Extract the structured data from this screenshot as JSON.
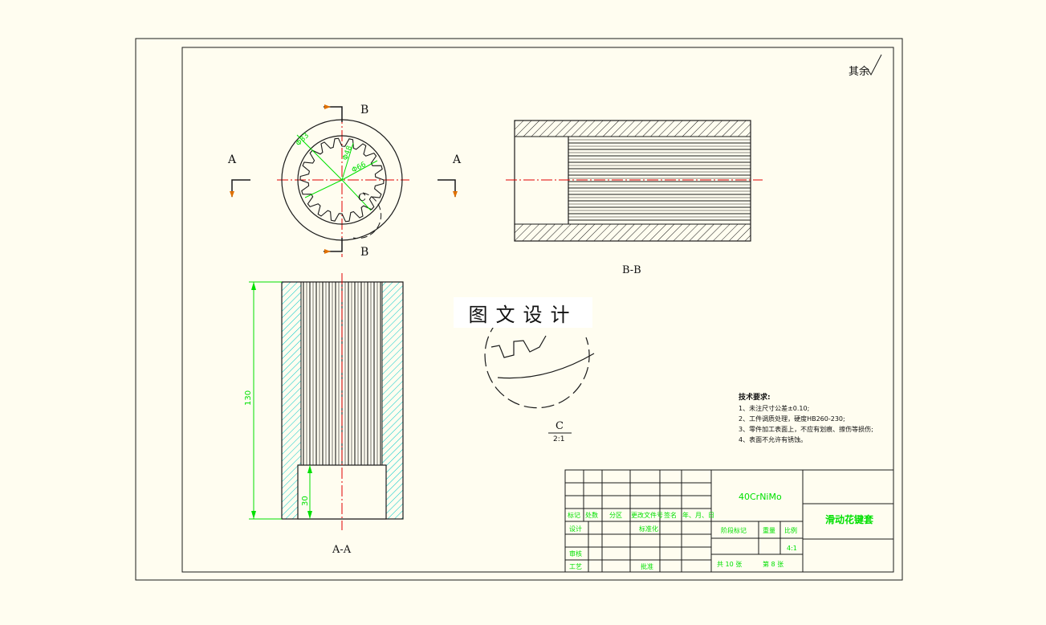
{
  "roughness": {
    "label": "其余"
  },
  "section_marks": {
    "A": "A",
    "B": "B"
  },
  "dimensions": {
    "d33": "Φ33",
    "d48": "Φ48",
    "d66": "Φ66",
    "length": "130",
    "counterbore": "30"
  },
  "views": {
    "front_detail_label": "C",
    "bb_label": "B-B",
    "aa_label": "A-A",
    "detail_label": "C",
    "detail_scale": "2:1"
  },
  "watermark": "图文设计",
  "tech": {
    "heading": "技术要求:",
    "items": [
      "1、未注尺寸公差±0.10;",
      "2、工件调质处理，硬度HB260-230;",
      "3、零件加工表面上，不应有划痕、擦伤等损伤;",
      "4、表面不允许有锈蚀。"
    ]
  },
  "title_block": {
    "material": "40CrNiMo",
    "part_name": "滑动花键套",
    "row_labels": [
      "标记",
      "处数",
      "分区",
      "更改文件号",
      "签名",
      "年、月、日"
    ],
    "design": "设计",
    "standardization": "标准化",
    "review": "审核",
    "process": "工艺",
    "approve": "批准",
    "stage_mark": "阶段标记",
    "weight": "重量",
    "scale_label": "比例",
    "scale_value": "4:1",
    "sheets_total": "共 10 张",
    "sheet_no": "第 8 张"
  },
  "colors": {
    "background": "#fffdf0",
    "line": "#1a1a1a",
    "dimension": "#00e000",
    "centerline": "#e00000",
    "hatch_section": "#00c8c8",
    "arrow": "#e07000"
  }
}
